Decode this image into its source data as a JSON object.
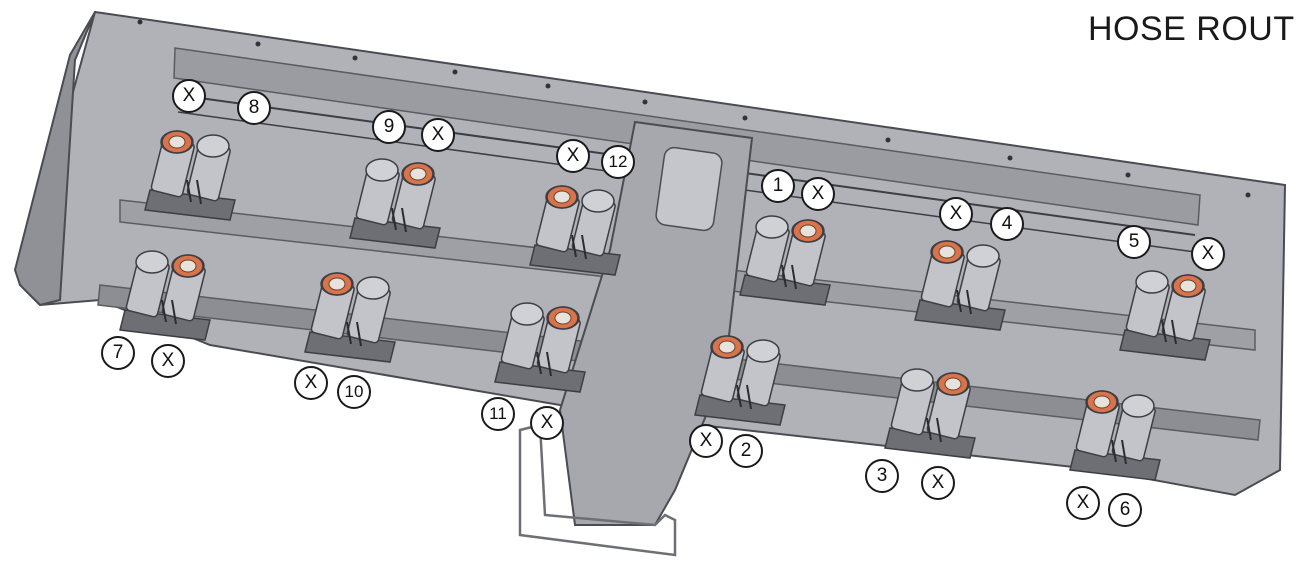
{
  "title": "HOSE ROUT",
  "colors": {
    "frame": "#a9abb1",
    "frame_dark": "#6d6f75",
    "bushing": "#d9744a"
  },
  "labels": [
    "X",
    "8",
    "9",
    "X",
    "X",
    "12",
    "1",
    "X",
    "X",
    "4",
    "5",
    "X",
    "7",
    "X",
    "X",
    "10",
    "11",
    "X",
    "X",
    "2",
    "3",
    "X",
    "X",
    "6"
  ]
}
